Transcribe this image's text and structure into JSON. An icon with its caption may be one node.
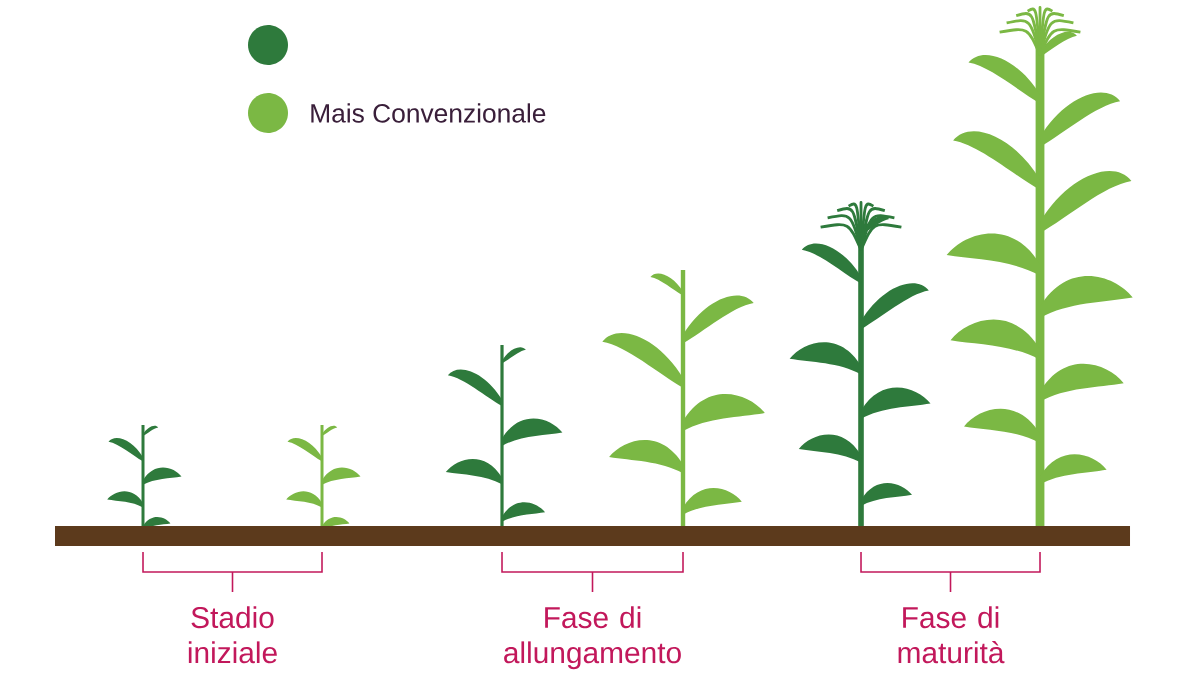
{
  "diagram": {
    "labels": [
      "Stadio iniziale",
      "Fase di allungamento",
      "Fase di maturità"
    ],
    "legend": [
      {
        "text": "Mais Convenzionale",
        "color": "#7bb844"
      }
    ]
  }
}
